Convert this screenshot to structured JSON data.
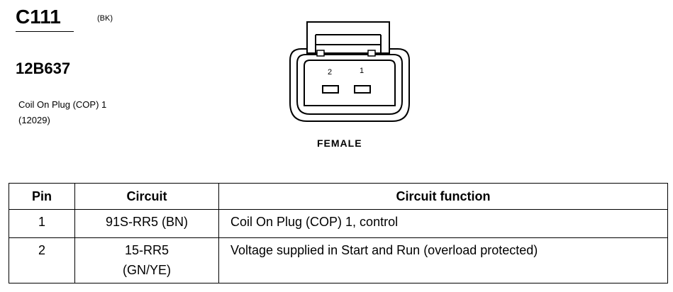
{
  "connector": {
    "id": "C111",
    "color_code": "(BK)",
    "part_number": "12B637",
    "component_name": "Coil On Plug (COP) 1",
    "component_ref": "(12029)",
    "gender": "FEMALE",
    "pin_labels": [
      "2",
      "1"
    ]
  },
  "table": {
    "headers": {
      "pin": "Pin",
      "circuit": "Circuit",
      "function": "Circuit function"
    },
    "rows": [
      {
        "pin": "1",
        "circuit": "91S-RR5 (BN)",
        "function": "Coil On Plug (COP) 1, control"
      },
      {
        "pin": "2",
        "circuit": "15-RR5\n(GN/YE)",
        "function": "Voltage supplied in Start and Run (overload protected)"
      }
    ]
  }
}
